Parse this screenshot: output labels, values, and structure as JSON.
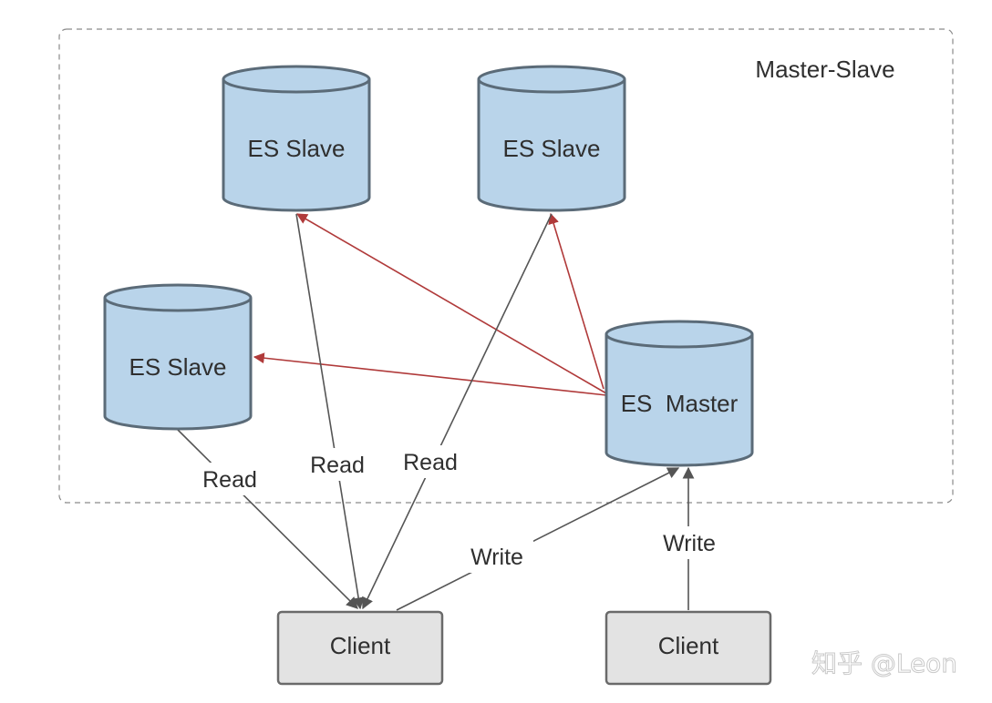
{
  "group": {
    "title": "Master-Slave"
  },
  "nodes": {
    "slave_1": {
      "label": "ES Slave"
    },
    "slave_2": {
      "label": "ES Slave"
    },
    "slave_3": {
      "label": "ES Slave"
    },
    "master": {
      "label": "ES  Master"
    },
    "client_1": {
      "label": "Client"
    },
    "client_2": {
      "label": "Client"
    }
  },
  "edges": {
    "read_slave3": {
      "label": "Read"
    },
    "read_slave1": {
      "label": "Read"
    },
    "read_slave2": {
      "label": "Read"
    },
    "write_client1": {
      "label": "Write"
    },
    "write_client2": {
      "label": "Write"
    }
  },
  "colors": {
    "db_fill": "#b9d4ea",
    "db_stroke": "#5b6b78",
    "client_fill": "#e3e3e3",
    "client_stroke": "#6a6a6a",
    "replication_arrow": "#b03a3a",
    "client_arrow": "#555555",
    "group_border": "#8a8a8a"
  },
  "watermark": {
    "text": "知乎 @Leon"
  }
}
